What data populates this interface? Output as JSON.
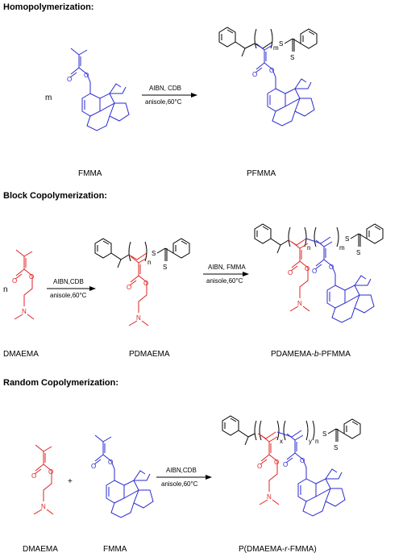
{
  "sections": {
    "homo": {
      "title": "Homopolymerization:",
      "coefficient": "m",
      "reactant_label": "FMMA",
      "product_label": "PFMMA",
      "conditions_top": "AIBN, CDB",
      "conditions_bottom": "anisole,60°C",
      "repeat_index": "m"
    },
    "block": {
      "title": "Block Copolymerization:",
      "coefficient": "n",
      "reactant_label": "DMAEMA",
      "intermediate_label": "PDMAEMA",
      "product_prefix": "PDAMEMA-",
      "product_italic": "b",
      "product_suffix": "-PFMMA",
      "step1_top": "AIBN,CDB",
      "step1_bottom": "anisole,60°C",
      "step2_top": "AIBN, FMMA",
      "step2_bottom": "anisole,60°C",
      "index_n": "n",
      "index_m": "m"
    },
    "random": {
      "title": "Random Copolymerization:",
      "reactant1_label": "DMAEMA",
      "plus": "+",
      "reactant2_label": "FMMA",
      "conditions_top": "AIBN,CDB",
      "conditions_bottom": "anisole,60°C",
      "product_prefix": "P(DMAEMA-",
      "product_italic": "r",
      "product_suffix": "-FMMA)",
      "index_x": "x",
      "index_y": "y",
      "index_n": "n"
    }
  },
  "atoms": {
    "oxygen": "O",
    "nitrogen": "N",
    "sulfur": "S"
  },
  "colors": {
    "fmma": "#2a2ad0",
    "dmaema": "#e02020",
    "text": "#000000"
  }
}
